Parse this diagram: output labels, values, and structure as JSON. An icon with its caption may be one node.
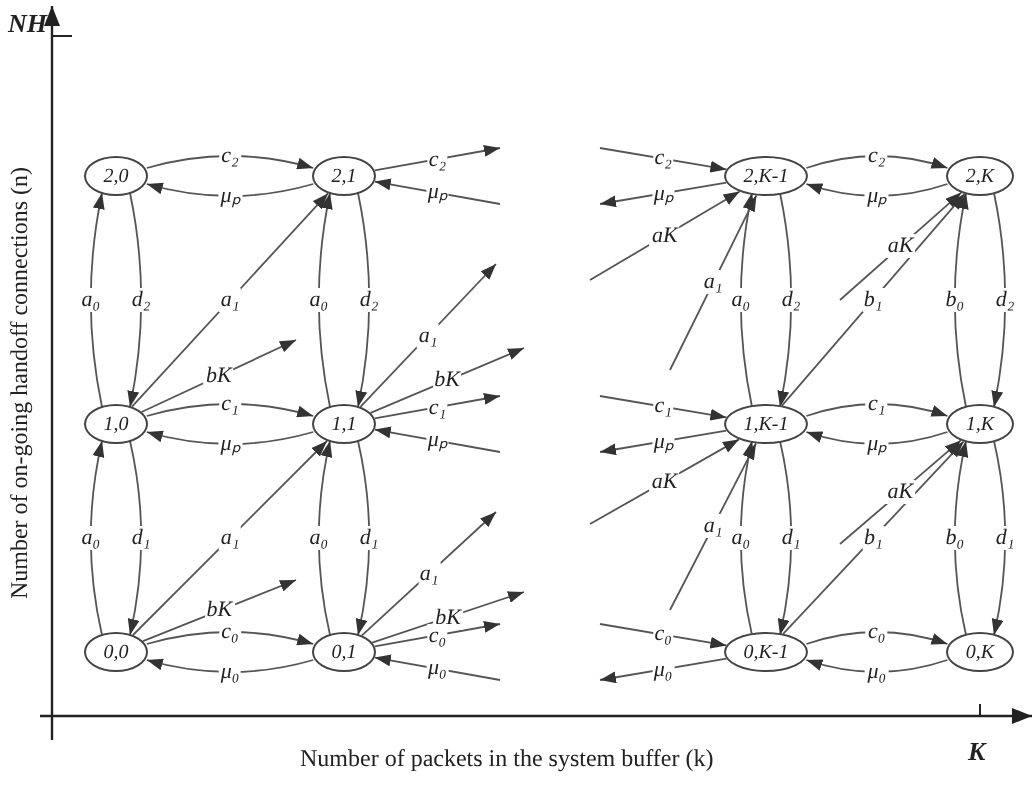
{
  "diagram": {
    "nodes": [
      {
        "text": [
          "2,0"
        ]
      },
      {
        "text": [
          "2,1"
        ]
      },
      {
        "text": [
          "2,K-1"
        ]
      },
      {
        "text": [
          "2,K"
        ]
      },
      {
        "text": [
          "1,0"
        ]
      },
      {
        "text": [
          "1,1"
        ]
      },
      {
        "text": [
          "1,K-1"
        ]
      },
      {
        "text": [
          "1,K"
        ]
      },
      {
        "text": [
          "0,0"
        ]
      },
      {
        "text": [
          "0,1"
        ]
      },
      {
        "text": [
          "0,K-1"
        ]
      },
      {
        "text": [
          "0,K"
        ]
      }
    ],
    "edges": [
      {
        "from": 0,
        "to": 1,
        "arrow": "to",
        "label": "c₂"
      },
      {
        "from": 1,
        "to": 0,
        "arrow": "to",
        "label": "μₚ"
      },
      {
        "from": 1,
        "to": null,
        "arrow": "to",
        "label": "c₂"
      },
      {
        "from": null,
        "to": 1,
        "arrow": "to",
        "label": "μₚ"
      },
      {
        "from": null,
        "to": 2,
        "arrow": "to",
        "label": "c₂"
      },
      {
        "from": 2,
        "to": null,
        "arrow": "to",
        "label": "μₚ"
      },
      {
        "from": 2,
        "to": 3,
        "arrow": "to",
        "label": "c₂"
      },
      {
        "from": 3,
        "to": 2,
        "arrow": "to",
        "label": "μₚ"
      },
      {
        "from": 4,
        "to": 0,
        "arrow": "to",
        "label": "a₀"
      },
      {
        "from": 0,
        "to": 4,
        "arrow": "to",
        "label": "d₂"
      },
      {
        "from": 5,
        "to": 1,
        "arrow": "to",
        "label": "a₀"
      },
      {
        "from": 1,
        "to": 5,
        "arrow": "to",
        "label": "d₂"
      },
      {
        "from": 6,
        "to": 2,
        "arrow": "to",
        "label": "a₀"
      },
      {
        "from": 2,
        "to": 6,
        "arrow": "to",
        "label": "d₂"
      },
      {
        "from": 7,
        "to": 3,
        "arrow": "to",
        "label": "b₀"
      },
      {
        "from": 3,
        "to": 7,
        "arrow": "to",
        "label": "d₂"
      },
      {
        "from": 4,
        "to": 1,
        "arrow": "to",
        "label": "a₁"
      },
      {
        "from": 4,
        "to": null,
        "arrow": "to",
        "label": "bK"
      },
      {
        "from": 5,
        "to": null,
        "arrow": "to",
        "label": "a₁"
      },
      {
        "from": 5,
        "to": null,
        "arrow": "to",
        "label": "bK"
      },
      {
        "from": null,
        "to": 2,
        "arrow": "to",
        "label": "aK"
      },
      {
        "from": null,
        "to": 2,
        "arrow": "to",
        "label": "a₁"
      },
      {
        "from": null,
        "to": 3,
        "arrow": "to",
        "label": "aK"
      },
      {
        "from": 6,
        "to": 3,
        "arrow": "to",
        "label": "b₁"
      },
      {
        "from": 4,
        "to": 5,
        "arrow": "to",
        "label": "c₁"
      },
      {
        "from": 5,
        "to": 4,
        "arrow": "to",
        "label": "μₚ"
      },
      {
        "from": 5,
        "to": null,
        "arrow": "to",
        "label": "c₁"
      },
      {
        "from": null,
        "to": 5,
        "arrow": "to",
        "label": "μₚ"
      },
      {
        "from": null,
        "to": 6,
        "arrow": "to",
        "label": "c₁"
      },
      {
        "from": 6,
        "to": null,
        "arrow": "to",
        "label": "μₚ"
      },
      {
        "from": 6,
        "to": 7,
        "arrow": "to",
        "label": "c₁"
      },
      {
        "from": 7,
        "to": 6,
        "arrow": "to",
        "label": "μₚ"
      },
      {
        "from": 8,
        "to": 4,
        "arrow": "to",
        "label": "a₀"
      },
      {
        "from": 4,
        "to": 8,
        "arrow": "to",
        "label": "d₁"
      },
      {
        "from": 9,
        "to": 5,
        "arrow": "to",
        "label": "a₀"
      },
      {
        "from": 5,
        "to": 9,
        "arrow": "to",
        "label": "d₁"
      },
      {
        "from": 10,
        "to": 6,
        "arrow": "to",
        "label": "a₀"
      },
      {
        "from": 6,
        "to": 10,
        "arrow": "to",
        "label": "d₁"
      },
      {
        "from": 11,
        "to": 7,
        "arrow": "to",
        "label": "b₀"
      },
      {
        "from": 7,
        "to": 11,
        "arrow": "to",
        "label": "d₁"
      },
      {
        "from": 8,
        "to": 5,
        "arrow": "to",
        "label": "a₁"
      },
      {
        "from": 8,
        "to": null,
        "arrow": "to",
        "label": "bK"
      },
      {
        "from": 9,
        "to": null,
        "arrow": "to",
        "label": "a₁"
      },
      {
        "from": 9,
        "to": null,
        "arrow": "to",
        "label": "bK"
      },
      {
        "from": null,
        "to": 6,
        "arrow": "to",
        "label": "aK"
      },
      {
        "from": null,
        "to": 6,
        "arrow": "to",
        "label": "a₁"
      },
      {
        "from": null,
        "to": 7,
        "arrow": "to",
        "label": "aK"
      },
      {
        "from": 10,
        "to": 7,
        "arrow": "to",
        "label": "b₁"
      },
      {
        "from": 8,
        "to": 9,
        "arrow": "to",
        "label": "c₀"
      },
      {
        "from": 9,
        "to": 8,
        "arrow": "to",
        "label": "μ₀"
      },
      {
        "from": 9,
        "to": null,
        "arrow": "to",
        "label": "c₀"
      },
      {
        "from": null,
        "to": 9,
        "arrow": "to",
        "label": "μ₀"
      },
      {
        "from": null,
        "to": 10,
        "arrow": "to",
        "label": "c₀"
      },
      {
        "from": 10,
        "to": null,
        "arrow": "to",
        "label": "μ₀"
      },
      {
        "from": 10,
        "to": 11,
        "arrow": "to",
        "label": "c₀"
      },
      {
        "from": 11,
        "to": 10,
        "arrow": "to",
        "label": "μ₀"
      }
    ],
    "labels": [
      "NH",
      "Number of on-going handoff connections (n)",
      "Number of packets in the system buffer (k)",
      "K"
    ]
  }
}
